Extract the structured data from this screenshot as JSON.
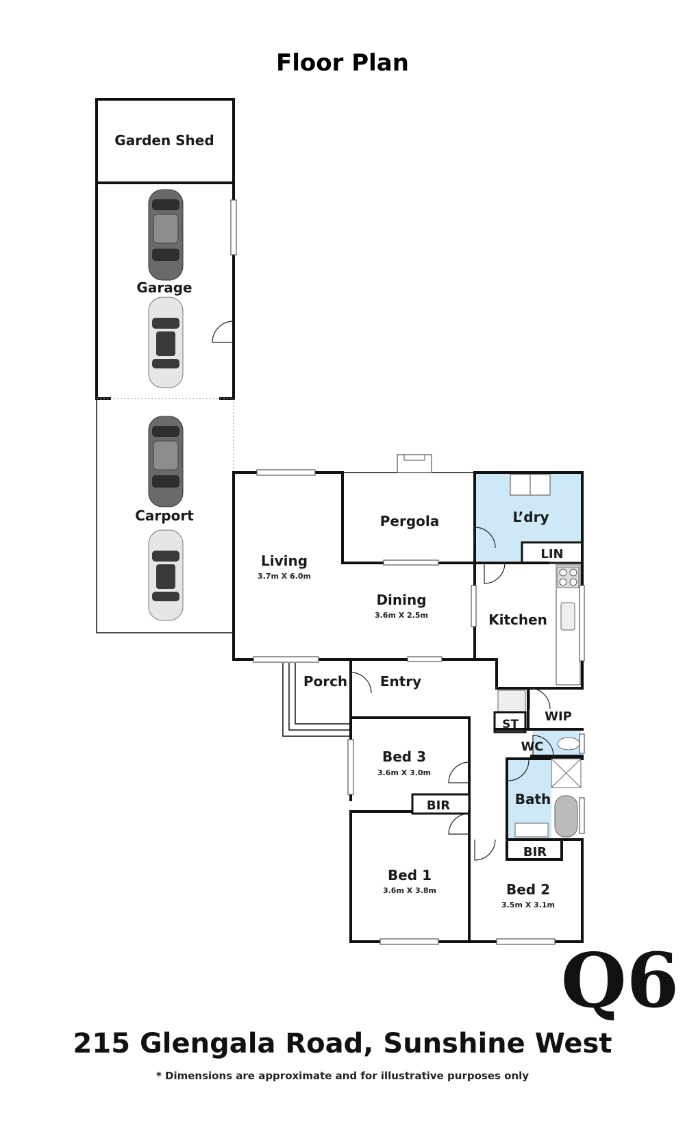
{
  "header": {
    "title": "Floor Plan"
  },
  "rooms": {
    "garden_shed": "Garden Shed",
    "garage": "Garage",
    "carport": "Carport",
    "pergola": "Pergola",
    "laundry": "L’dry",
    "linen": "LIN",
    "living": {
      "name": "Living",
      "dims": "3.7m X 6.0m"
    },
    "dining": {
      "name": "Dining",
      "dims": "3.6m X 2.5m"
    },
    "kitchen": "Kitchen",
    "porch": "Porch",
    "entry": "Entry",
    "storage": "ST",
    "wip": "WIP",
    "wc": "WC",
    "bed3": {
      "name": "Bed 3",
      "dims": "3.6m X 3.0m"
    },
    "bed3_bir": "BIR",
    "bath": "Bath",
    "bed1": {
      "name": "Bed 1",
      "dims": "3.6m X 3.8m"
    },
    "bed2": {
      "name": "Bed 2",
      "dims": "3.5m X 3.1m"
    },
    "bed2_bir": "BIR"
  },
  "logo": {
    "text": "Q6"
  },
  "footer": {
    "address": "215 Glengala Road, Sunshine West",
    "disclaimer": "* Dimensions are approximate and for illustrative purposes only"
  },
  "colors": {
    "wet_area": "#cde8f7",
    "walls": "#111111",
    "background": "#ffffff"
  }
}
